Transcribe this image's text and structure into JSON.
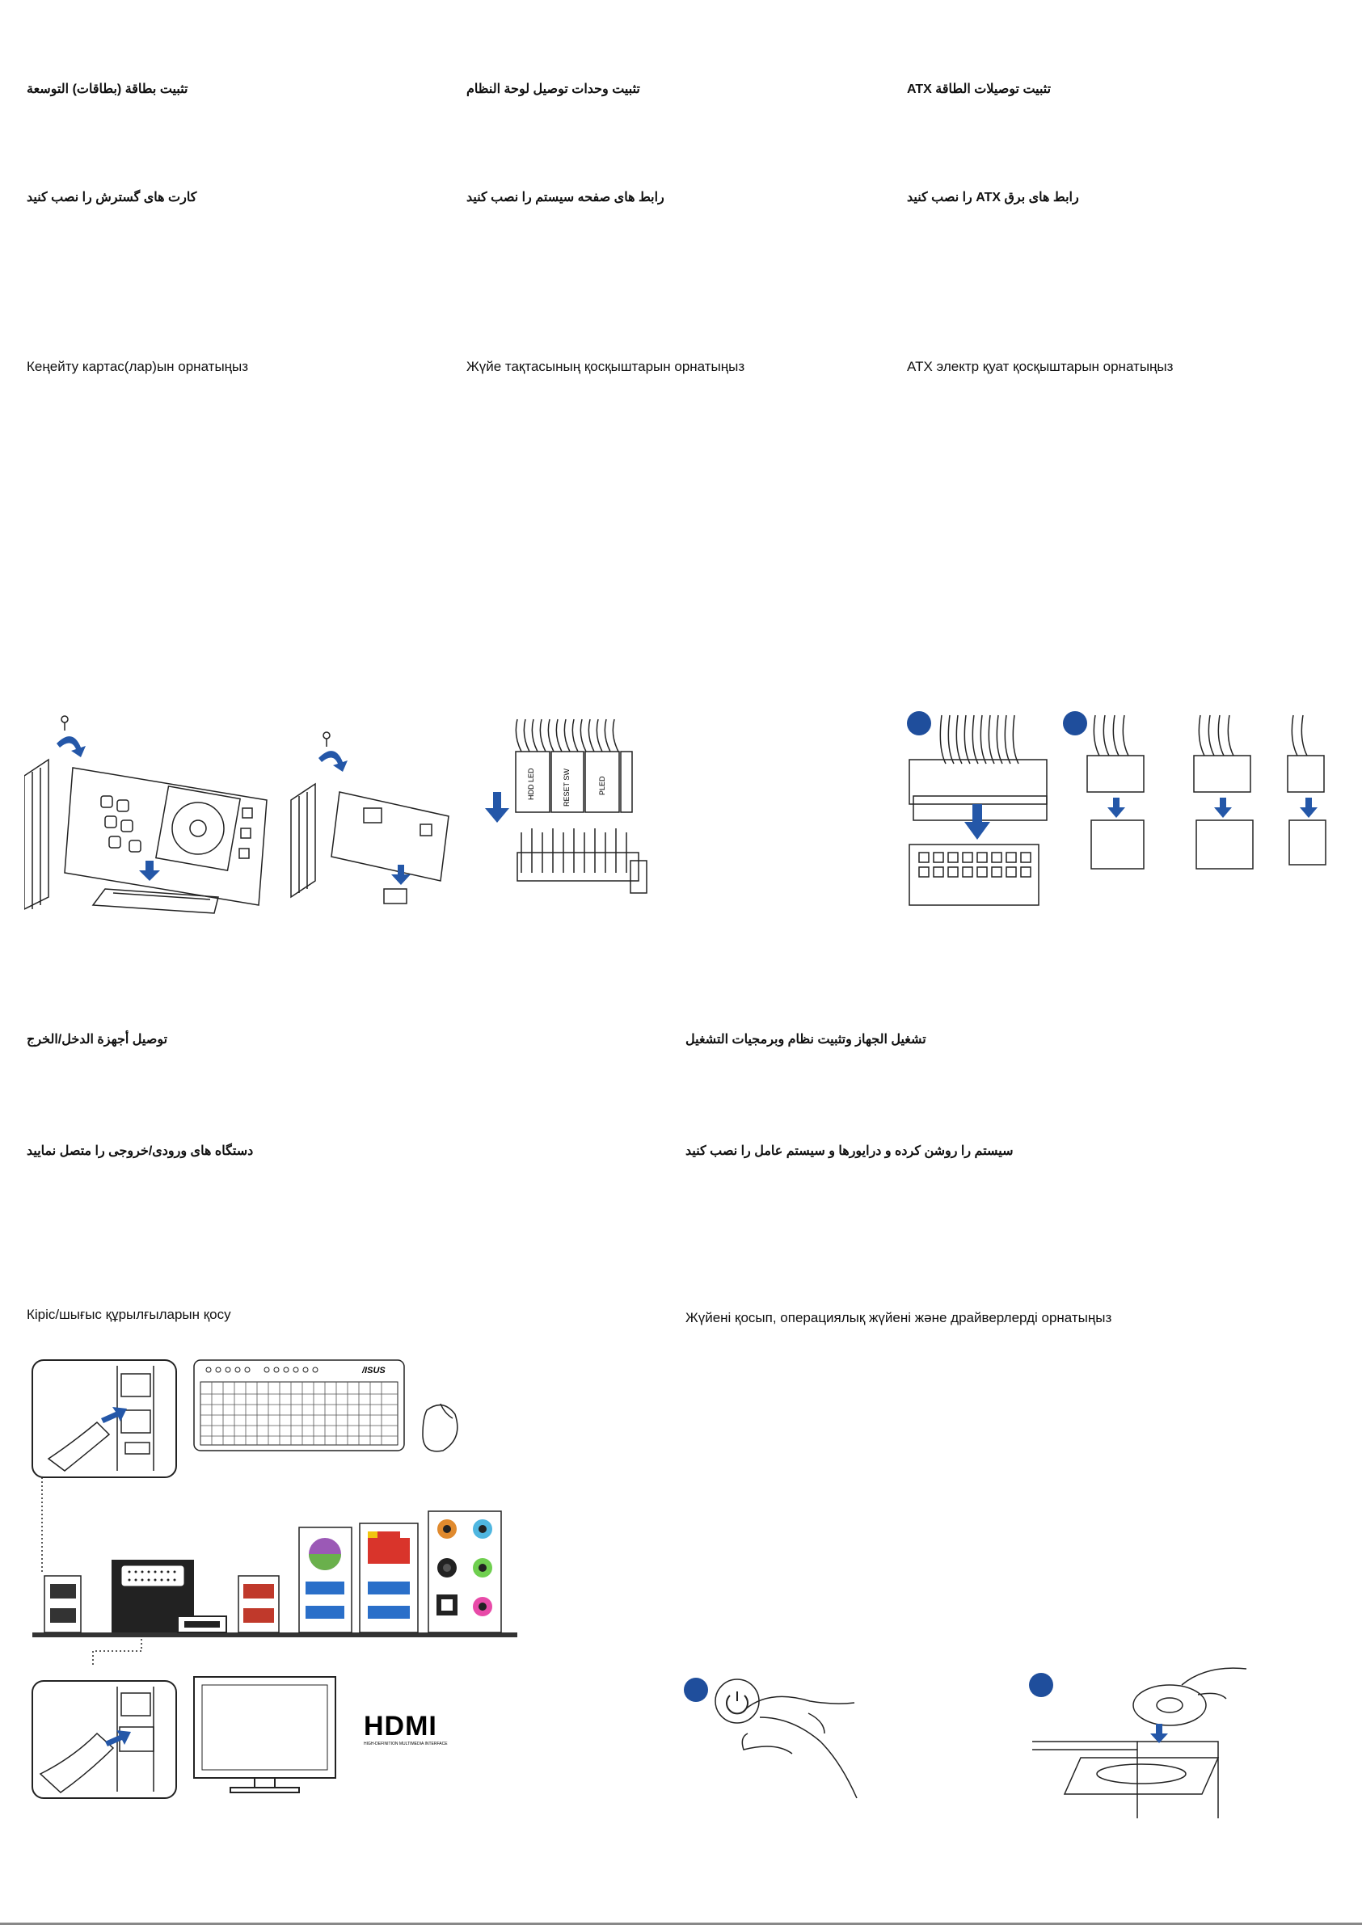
{
  "sections": {
    "expansion": {
      "ar": "تثبيت بطاقة (بطاقات) التوسعة",
      "fa": "کارت های گسترش را نصب کنید",
      "kz": "Кеңейту картас(лар)ын орнатыңыз"
    },
    "panel": {
      "ar": "تثبيت وحدات توصيل لوحة النظام",
      "fa": "رابط های صفحه سیستم را نصب کنید",
      "kz": "Жүйе тақтасының қосқыштарын орнатыңыз",
      "pin_labels": [
        "HDD LED",
        "RESET SW",
        "PLED"
      ]
    },
    "power": {
      "ar": "تثبيت توصيلات الطاقة ATX",
      "fa": "رابط های برق ATX را نصب کنید",
      "kz": "ATX электр қуат қосқыштарын орнатыңыз"
    },
    "io": {
      "ar": "توصيل أجهزة الدخل/الخرج",
      "fa": "دستگاه های ورودی/خروجی را متصل نمایید",
      "kz": "Кіріс/шығыс құрылғыларын қосу",
      "keyboard_brand": "/ISUS",
      "hdmi_logo": "HDMI",
      "hdmi_tagline": "HIGH-DEFINITION MULTIMEDIA INTERFACE"
    },
    "boot": {
      "ar": "تشغيل الجهاز وتثبيت نظام وبرمجيات التشغيل",
      "fa": "سیستم را روشن کرده و درایورها و سیستم عامل را نصب کنید",
      "kz": "Жүйені қосып, операциялық жүйені және драйверлерді орнатыңыз"
    }
  },
  "colors": {
    "accent_blue": "#1f4e9c",
    "arrow_blue": "#2457a8",
    "ps2_purple": "#9b59b6",
    "ps2_green": "#6ab04c",
    "lan_red": "#d9342b",
    "usb3_blue": "#2a6fc9",
    "usb_red": "#c0392b",
    "audio_orange": "#e08a2e",
    "audio_cyan": "#4fb6e0",
    "audio_lime": "#6fcf4f",
    "audio_pink": "#e84aa8"
  }
}
